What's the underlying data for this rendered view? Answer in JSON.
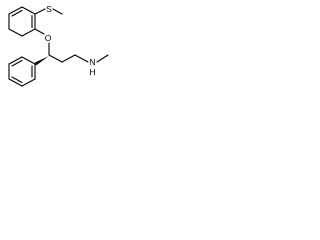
{
  "structure": {
    "atoms": {
      "sulfur": "S",
      "oxygen": "O",
      "nitrogen": "N",
      "n_hydrogen": "H"
    }
  },
  "colors": {
    "bond": "#000000",
    "background": "#ffffff"
  }
}
